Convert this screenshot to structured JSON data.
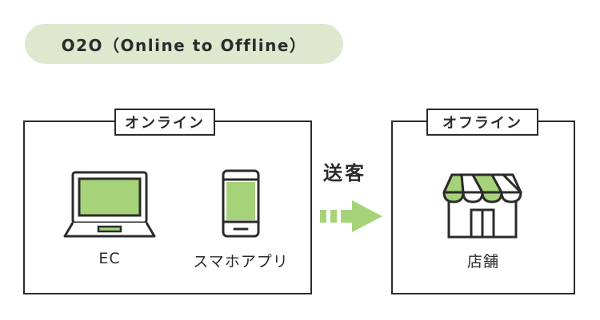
{
  "header": {
    "title": "O2O（Online to Offline）"
  },
  "online": {
    "label": "オンライン",
    "items": [
      {
        "caption": "EC",
        "icon": "laptop-icon"
      },
      {
        "caption": "スマホアプリ",
        "icon": "smartphone-icon"
      }
    ]
  },
  "flow": {
    "label": "送客",
    "icon": "right-arrow-icon"
  },
  "offline": {
    "label": "オフライン",
    "items": [
      {
        "caption": "店舗",
        "icon": "store-icon"
      }
    ]
  },
  "colors": {
    "accent": "#a6d37a",
    "pill_bg": "#dde8cf",
    "line": "#2b2b2b"
  }
}
